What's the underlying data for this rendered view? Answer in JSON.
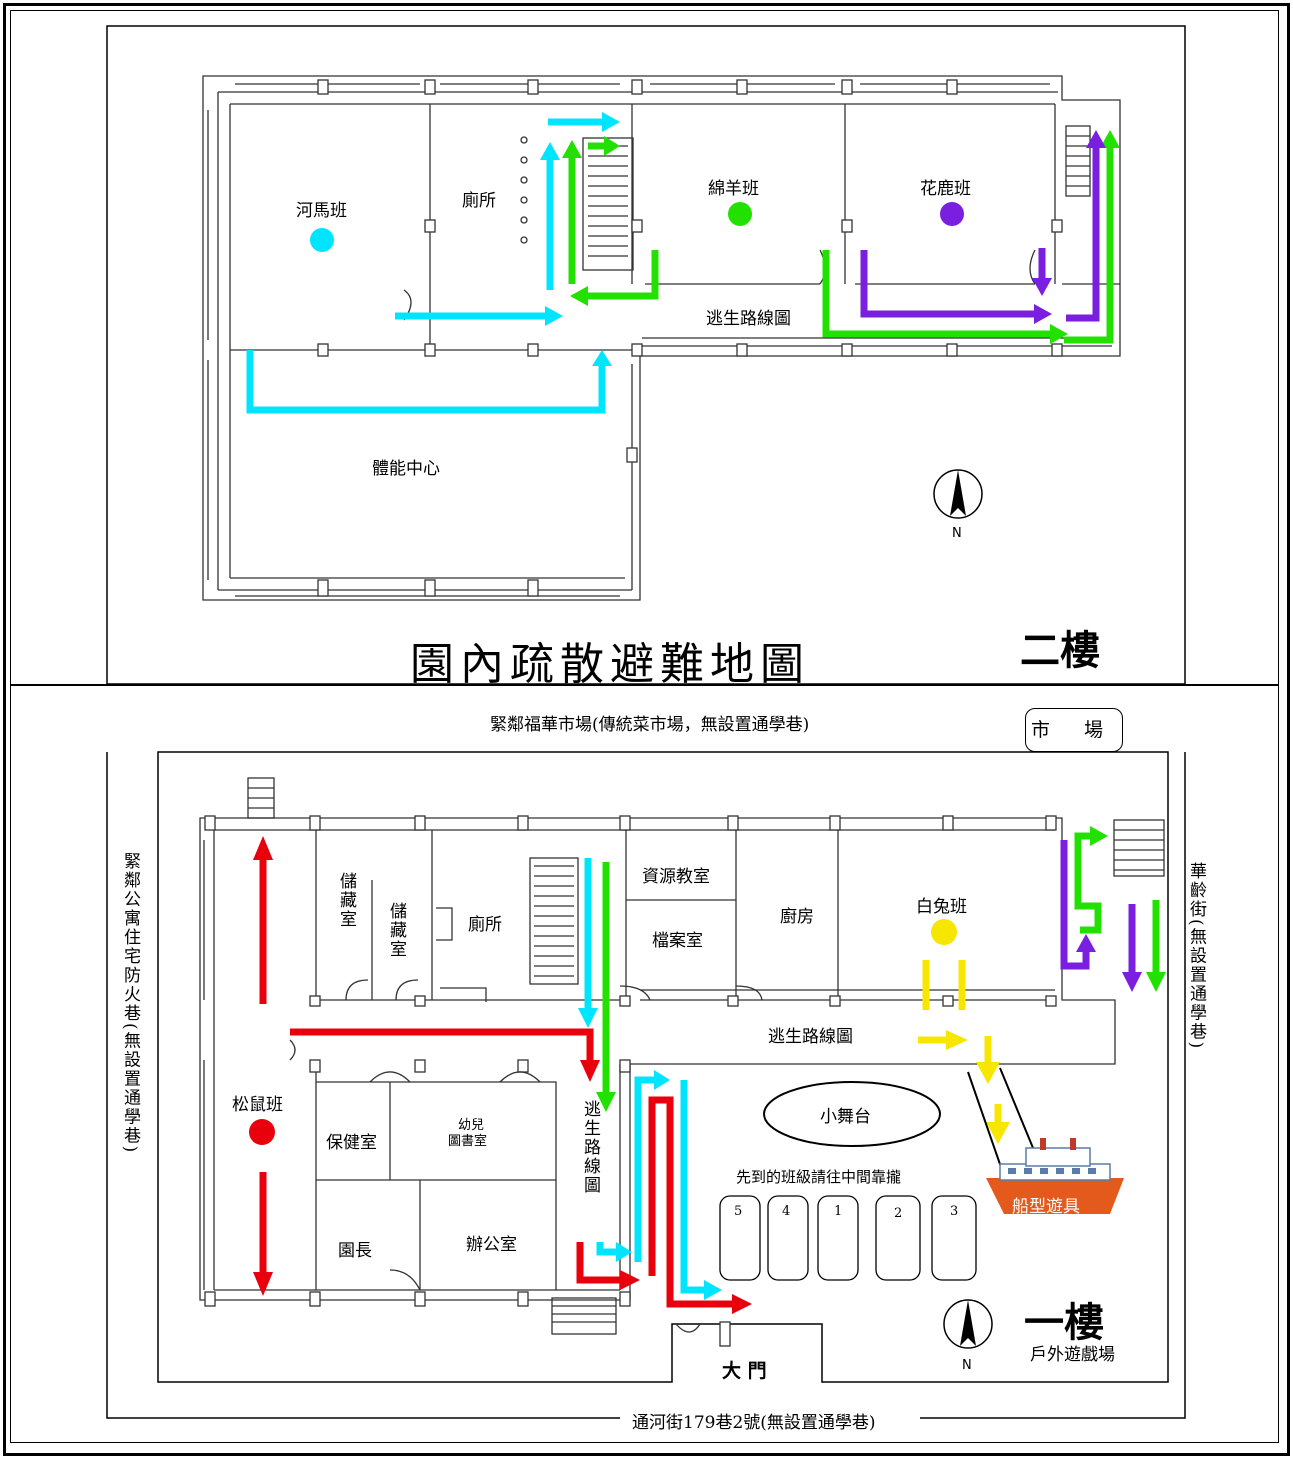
{
  "map_title": "園內疏散避難地圖",
  "floor2": {
    "label": "二樓",
    "rooms": {
      "hippo_class": "河馬班",
      "restroom": "廁所",
      "sheep_class": "綿羊班",
      "deer_class": "花鹿班",
      "gym": "體能中心"
    },
    "route_label": "逃生路線圖"
  },
  "floor1": {
    "label": "一樓",
    "rooms": {
      "storage_1": "儲藏室",
      "storage_2": "儲藏室",
      "restroom": "廁所",
      "resource_room": "資源教室",
      "archive_room": "檔案室",
      "kitchen": "廚房",
      "rabbit_class": "白兔班",
      "squirrel_class": "松鼠班",
      "health_room": "保健室",
      "library_line1": "幼兒",
      "library_line2": "圖書室",
      "director": "園長",
      "office": "辦公室"
    },
    "route_label": "逃生路線圖",
    "route_label_vertical": "逃生路線圖",
    "stage": "小舞台",
    "gather_note": "先到的班級請往中間靠攏",
    "class_slots": [
      "5",
      "4",
      "1",
      "2",
      "3"
    ],
    "boat": "船型遊具",
    "main_gate": "大 門",
    "playground": "戶外遊戲場"
  },
  "surroundings": {
    "north": "緊鄰福華市場(傳統菜市場，無設置通學巷)",
    "market": "市 場",
    "west": "緊鄰公寓住宅防火巷(無設置通學巷)",
    "east": "華齡街(無設置通學巷)",
    "south": "通河街179巷2號(無設置通學巷)"
  },
  "compass": {
    "north_letter": "N"
  },
  "route_colors": {
    "hippo": "#00e5ff",
    "sheep": "#22e000",
    "deer": "#7a1ee0",
    "rabbit": "#f7e600",
    "squirrel": "#e8000c"
  }
}
